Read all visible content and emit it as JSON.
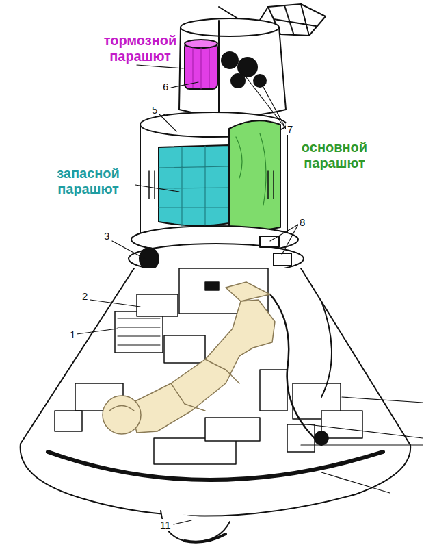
{
  "diagram": {
    "labels": [
      "тормозной парашют",
      "основной парашют",
      "запасной парашют",
      "6",
      "5",
      "7",
      "8",
      "3",
      "2",
      "1",
      "11"
    ]
  }
}
